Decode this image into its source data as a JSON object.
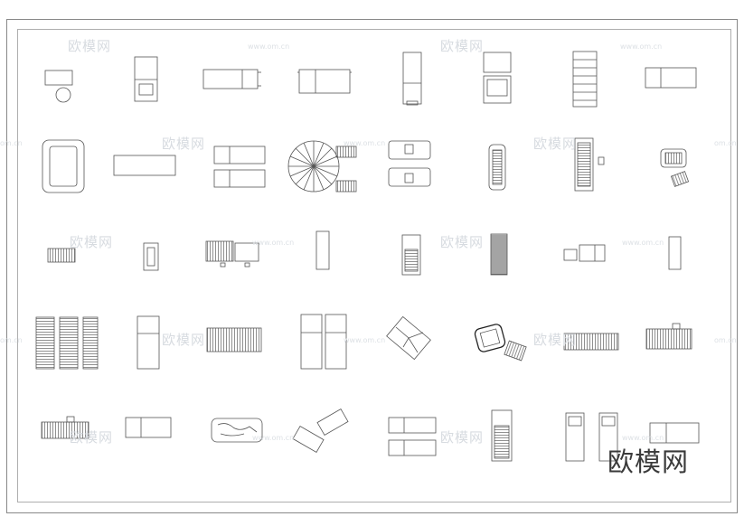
{
  "logo_text": "欧模网",
  "watermark": {
    "brand": "欧模网",
    "url": "www.om.cn",
    "url_fragment": "om.cn"
  }
}
